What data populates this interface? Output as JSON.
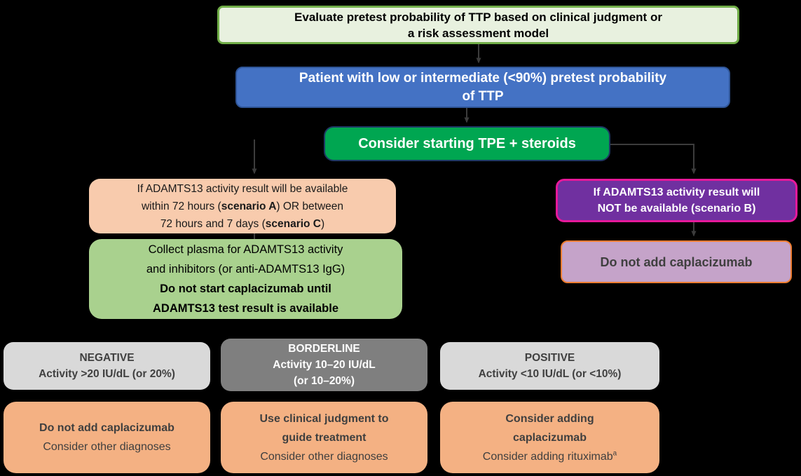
{
  "connector_color": "#3C3C3C",
  "flow": {
    "evaluate": {
      "bg": "#E8F1DF",
      "border": "#70AD47",
      "color": "#000000",
      "lines": [
        [
          {
            "t": "Evaluate pretest probability of TTP based on clinical judgment or"
          }
        ],
        [
          {
            "t": "a risk assessment model"
          }
        ]
      ]
    },
    "pretest": {
      "bg": "#4472C4",
      "border": "#2F5597",
      "color": "#FFFFFF",
      "lines": [
        [
          {
            "t": "Patient with low or intermediate (<90%) pretest probability"
          }
        ],
        [
          {
            "t": "of TTP"
          }
        ]
      ]
    },
    "tpe": {
      "bg": "#00A651",
      "border": "#1F3864",
      "color": "#FFFFFF",
      "lines": [
        [
          {
            "t": "Consider starting TPE + steroids"
          }
        ]
      ]
    },
    "scenario_ac": {
      "bg": "#F8CBAD",
      "color": "#1A1A1A",
      "lines": [
        [
          {
            "t": "If ADAMTS13 activity result will be available"
          }
        ],
        [
          {
            "t": "within 72 hours ("
          },
          {
            "t": "scenario A",
            "b": true
          },
          {
            "t": ") OR between"
          }
        ],
        [
          {
            "t": "72 hours and 7 days ("
          },
          {
            "t": "scenario C",
            "b": true
          },
          {
            "t": ")"
          }
        ]
      ]
    },
    "collect": {
      "bg": "#A9D18E",
      "color": "#000000",
      "lines": [
        [
          {
            "t": "Collect plasma for ADAMTS13 activity"
          }
        ],
        [
          {
            "t": "and inhibitors (or anti-ADAMTS13 IgG)"
          }
        ],
        [
          {
            "t": "Do not start caplacizumab until",
            "b": true
          }
        ],
        [
          {
            "t": "ADAMTS13 test result is available",
            "b": true
          }
        ]
      ]
    },
    "scenario_b": {
      "bg": "#7030A0",
      "border": "#E6199A",
      "color": "#FFFFFF",
      "lines": [
        [
          {
            "t": "If ADAMTS13 activity result will"
          }
        ],
        [
          {
            "t": "NOT be available (scenario B)"
          }
        ]
      ]
    },
    "no_caplacizumab": {
      "bg": "#C5A3C9",
      "border": "#ED7D31",
      "color": "#3F3F3F",
      "lines": [
        [
          {
            "t": "Do not add caplacizumab"
          }
        ]
      ]
    },
    "negative": {
      "bg": "#D9D9D9",
      "color": "#404040",
      "lines": [
        [
          {
            "t": "NEGATIVE"
          }
        ],
        [
          {
            "t": "Activity >20 IU/dL (or 20%)"
          }
        ]
      ]
    },
    "borderline": {
      "bg": "#7F7F7F",
      "color": "#FFFFFF",
      "lines": [
        [
          {
            "t": "BORDERLINE"
          }
        ],
        [
          {
            "t": "Activity 10–20 IU/dL"
          }
        ],
        [
          {
            "t": "(or 10–20%)"
          }
        ]
      ]
    },
    "positive": {
      "bg": "#D9D9D9",
      "color": "#404040",
      "lines": [
        [
          {
            "t": "POSITIVE"
          }
        ],
        [
          {
            "t": "Activity <10 IU/dL (or <10%)"
          }
        ]
      ]
    },
    "outcome_negative": {
      "bg": "#F4B183",
      "color": "#3F3F3F",
      "lines": [
        [
          {
            "t": "Do not add caplacizumab",
            "b": true
          }
        ],
        [
          {
            "t": "Consider other diagnoses"
          }
        ]
      ]
    },
    "outcome_borderline": {
      "bg": "#F4B183",
      "color": "#3F3F3F",
      "lines": [
        [
          {
            "t": "Use clinical judgment to",
            "b": true
          }
        ],
        [
          {
            "t": "guide treatment",
            "b": true
          }
        ],
        [
          {
            "t": "Consider other diagnoses"
          }
        ]
      ]
    },
    "outcome_positive": {
      "bg": "#F4B183",
      "color": "#3F3F3F",
      "lines": [
        [
          {
            "t": "Consider adding",
            "b": true
          }
        ],
        [
          {
            "t": "caplacizumab",
            "b": true
          }
        ],
        [
          {
            "t": "Consider adding rituximab"
          },
          {
            "t": "a",
            "sup": true
          }
        ]
      ]
    }
  }
}
